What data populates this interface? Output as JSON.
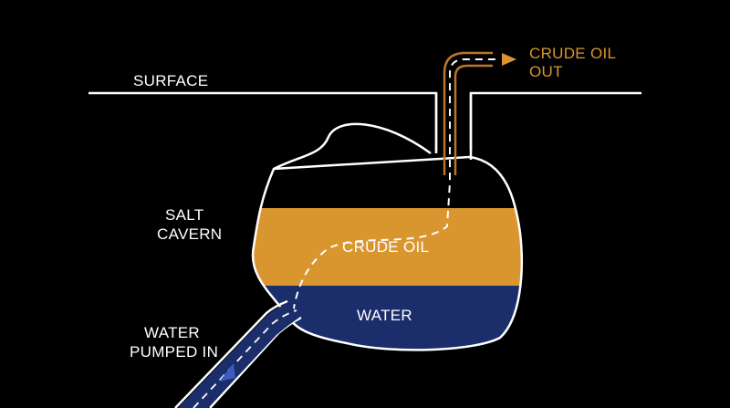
{
  "labels": {
    "surface": "SURFACE",
    "salt_cavern_line1": "SALT",
    "salt_cavern_line2": "CAVERN",
    "crude_oil": "CRUDE OIL",
    "water": "WATER",
    "water_in_line1": "WATER",
    "water_in_line2": "PUMPED IN",
    "crude_out_line1": "CRUDE OIL",
    "crude_out_line2": "OUT"
  },
  "colors": {
    "background": "#000000",
    "outline": "#ffffff",
    "oil": "#d9962f",
    "water": "#1b2d6b",
    "oil_pipe": "#b8762a",
    "water_flow_arrow": "#3b5bbd"
  }
}
